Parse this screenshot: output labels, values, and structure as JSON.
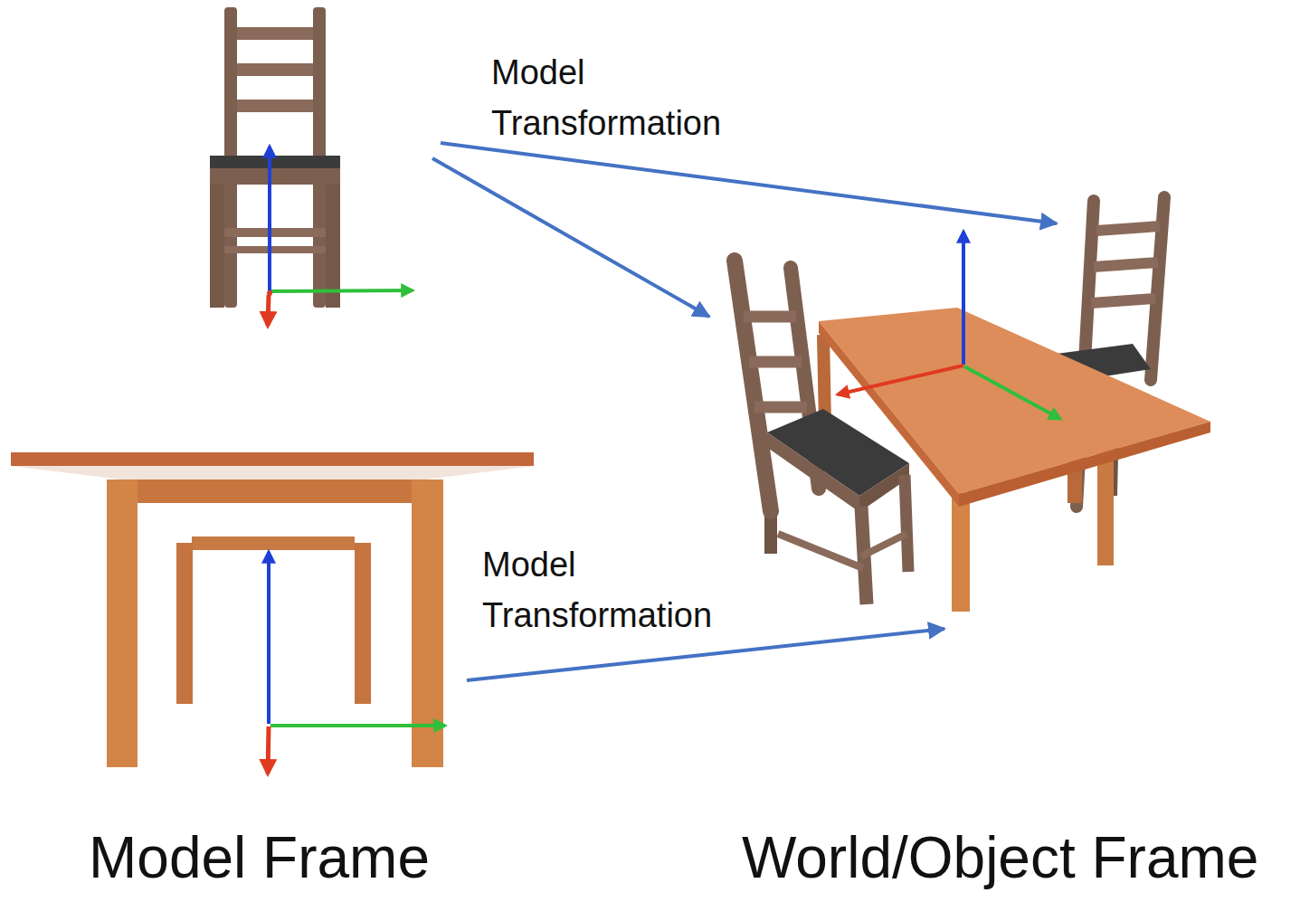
{
  "diagram": {
    "labels": [
      "Model Transformation",
      "Model Transformation",
      "Model Frame",
      "World/Object Frame"
    ]
  }
}
